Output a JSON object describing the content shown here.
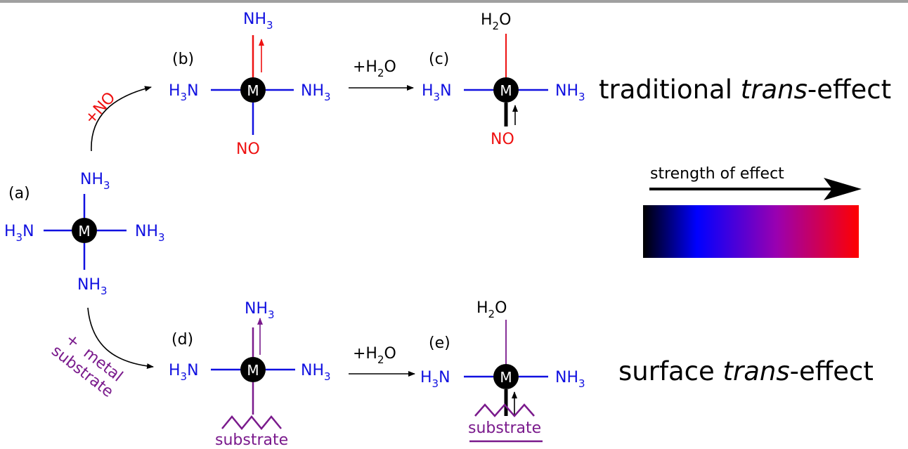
{
  "colors": {
    "blue": "#1010e0",
    "red": "#ee1111",
    "purple": "#7a1a8c",
    "black": "#000000",
    "top_rule": "#a0a0a0"
  },
  "icons": [
    "curved-arrow-icon",
    "straight-arrow-icon",
    "metal-atom-icon",
    "bond-arrow-icon",
    "zigzag-surface-icon"
  ],
  "labels": {
    "a": "(a)",
    "b": "(b)",
    "c": "(c)",
    "d": "(d)",
    "e": "(e)"
  },
  "reagents": {
    "plus_no": "+NO",
    "plus_water_top": "+H",
    "plus_water_bottom": "+H",
    "water_sub": "2",
    "water_o": "O",
    "plus_metal": "+  metal",
    "substrate_word": "substrate"
  },
  "ligands": {
    "nh": "NH",
    "hn_h": "H",
    "hn_n": "N",
    "sub3": "3",
    "no": "NO",
    "h": "H",
    "o": "O",
    "sub2": "2"
  },
  "metal_symbol": "M",
  "substrate_label_d": "substrate",
  "substrate_label_e": "substrate",
  "titles": {
    "traditional_pre": "traditional ",
    "traditional_italic": "trans",
    "traditional_post": "-effect",
    "surface_pre": "surface ",
    "surface_italic": "trans",
    "surface_post": "-effect"
  },
  "legend": {
    "label": "strength of effect",
    "gradient_colors": [
      "#000000",
      "#0000ff",
      "#9a00b0",
      "#ff0000"
    ]
  }
}
